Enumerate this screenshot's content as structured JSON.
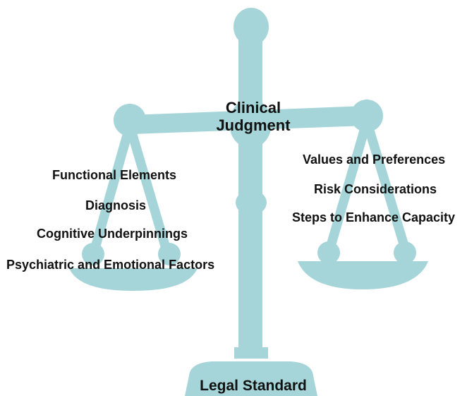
{
  "colors": {
    "scale": "#a5d5d8",
    "text": "#111111",
    "background": "#ffffff"
  },
  "center": {
    "line1": "Clinical",
    "line2": "Judgment"
  },
  "left_pan": {
    "items": [
      "Functional Elements",
      "Diagnosis",
      "Cognitive Underpinnings",
      "Psychiatric and Emotional Factors"
    ]
  },
  "right_pan": {
    "items": [
      "Values and Preferences",
      "Risk Considerations",
      "Steps to Enhance Capacity"
    ]
  },
  "base": {
    "label": "Legal Standard"
  }
}
